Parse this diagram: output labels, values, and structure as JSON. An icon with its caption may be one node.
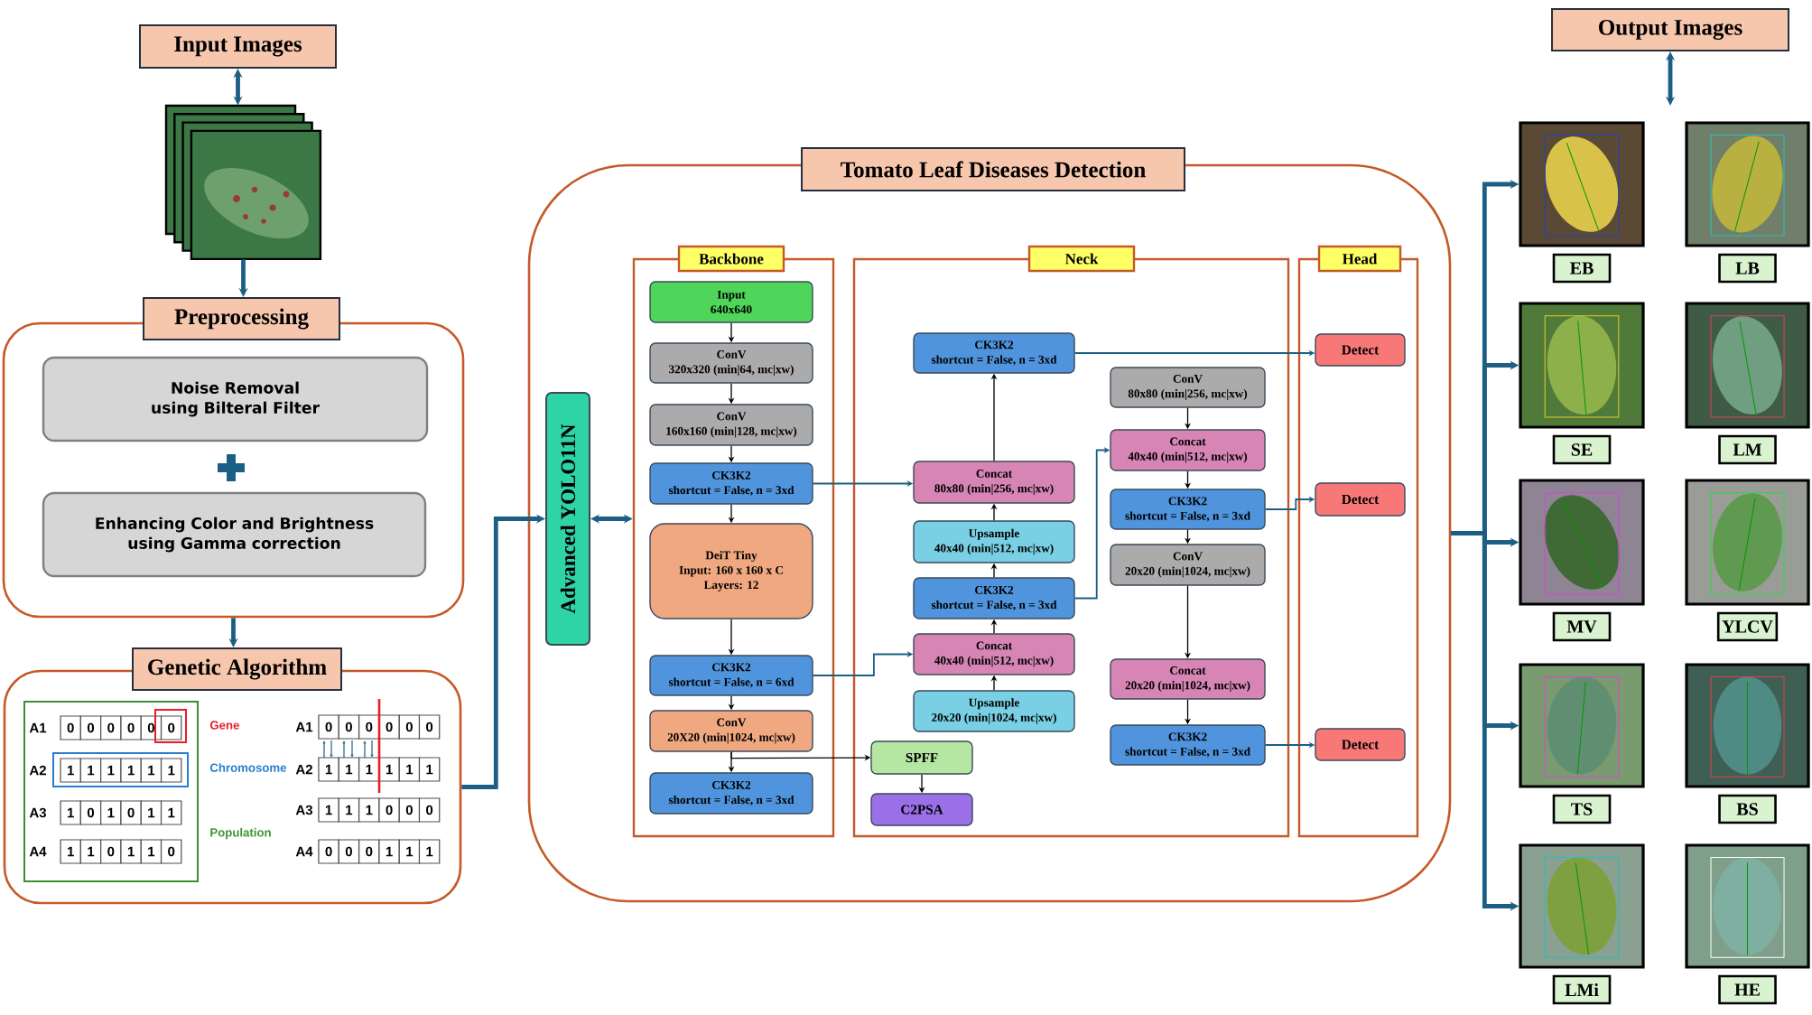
{
  "diagram": {
    "nodes": [
      {
        "text": [
          "Input Images"
        ]
      },
      {
        "text": [],
        "shape": "picture"
      },
      {
        "text": [
          "Preprocessing"
        ]
      },
      {
        "text": [
          "Noise Removal using Bilteral Filter"
        ],
        "in": 47
      },
      {
        "text": [
          "Enhancing Color and Brightness using Gamma correction"
        ],
        "in": 47
      },
      {
        "text": [
          "Genetic Algorithm"
        ]
      },
      {
        "text": [
          "Tomato Leaf Diseases Detection"
        ]
      },
      {
        "text": [
          "Advanced YOLO11N"
        ],
        "in": 6
      },
      {
        "text": [
          "Backbone"
        ],
        "in": 6
      },
      {
        "text": [
          "Neck"
        ],
        "in": 6
      },
      {
        "text": [
          "Head"
        ],
        "in": 6
      },
      {
        "text": [
          "Input",
          "640x640"
        ],
        "in": 8
      },
      {
        "text": [
          "ConV",
          "320x320 (min|64, mc|xw)"
        ],
        "in": 8
      },
      {
        "text": [
          "ConV",
          "160x160 (min|128, mc|xw)"
        ],
        "in": 8
      },
      {
        "text": [
          "CK3K2",
          "shortcut = False, n = 3xd"
        ],
        "in": 8
      },
      {
        "text": [
          "DeiT Tiny",
          "Input: 160 x 160 x C",
          "Layers: 12"
        ],
        "in": 8
      },
      {
        "text": [
          "CK3K2",
          "shortcut = False, n = 6xd"
        ],
        "in": 8
      },
      {
        "text": [
          "ConV",
          "20X20 (min|1024, mc|xw)"
        ],
        "in": 8
      },
      {
        "text": [
          "CK3K2",
          "shortcut = False, n = 3xd"
        ],
        "in": 8
      },
      {
        "text": [
          "CK3K2",
          "shortcut = False, n = 3xd"
        ],
        "in": 9
      },
      {
        "text": [
          "Concat",
          "80x80 (min|256, mc|xw)"
        ],
        "in": 9
      },
      {
        "text": [
          "Upsample",
          "40x40 (min|512, mc|xw)"
        ],
        "in": 9
      },
      {
        "text": [
          "CK3K2",
          "shortcut = False, n = 3xd"
        ],
        "in": 9
      },
      {
        "text": [
          "Concat",
          "40x40 (min|512, mc|xw)"
        ],
        "in": 9
      },
      {
        "text": [
          "Upsample",
          "20x20 (min|1024, mc|xw)"
        ],
        "in": 9
      },
      {
        "text": [
          "SPFF"
        ],
        "in": 9
      },
      {
        "text": [
          "C2PSA"
        ],
        "in": 9
      },
      {
        "text": [
          "ConV",
          "80x80 (min|256, mc|xw)"
        ],
        "in": 9
      },
      {
        "text": [
          "Concat",
          "40x40 (min|512, mc|xw)"
        ],
        "in": 9
      },
      {
        "text": [
          "CK3K2",
          "shortcut = False, n = 3xd"
        ],
        "in": 9
      },
      {
        "text": [
          "ConV",
          "20x20 (min|1024, mc|xw)"
        ],
        "in": 9
      },
      {
        "text": [
          "Concat",
          "20x20 (min|1024, mc|xw)"
        ],
        "in": 9
      },
      {
        "text": [
          "CK3K2",
          "shortcut = False, n = 3xd"
        ],
        "in": 9
      },
      {
        "text": [
          "Detect"
        ],
        "in": 10
      },
      {
        "text": [
          "Detect"
        ],
        "in": 10
      },
      {
        "text": [
          "Detect"
        ],
        "in": 10
      },
      {
        "text": [
          "Output Images"
        ]
      },
      {
        "text": [],
        "shape": "picture",
        "beside": [
          "EB"
        ]
      },
      {
        "text": [],
        "shape": "picture",
        "beside": [
          "LB"
        ]
      },
      {
        "text": [],
        "shape": "picture",
        "beside": [
          "SE"
        ]
      },
      {
        "text": [],
        "shape": "picture",
        "beside": [
          "LM"
        ]
      },
      {
        "text": [],
        "shape": "picture",
        "beside": [
          "MV"
        ]
      },
      {
        "text": [],
        "shape": "picture",
        "beside": [
          "YLCV"
        ]
      },
      {
        "text": [],
        "shape": "picture",
        "beside": [
          "TS"
        ]
      },
      {
        "text": [],
        "shape": "picture",
        "beside": [
          "BS"
        ]
      },
      {
        "text": [],
        "shape": "picture",
        "beside": [
          "LMi"
        ]
      },
      {
        "text": [],
        "shape": "picture",
        "beside": [
          "HE"
        ]
      },
      {
        "text": [],
        "shape": "box"
      }
    ],
    "edges": [
      {
        "from": 0,
        "to": 1,
        "arrow": "both",
        "style": "thick",
        "color": "#1c5f85"
      },
      {
        "from": 1,
        "to": 2,
        "arrow": "to",
        "style": "thick",
        "color": "#1c5f85"
      },
      {
        "from": 47,
        "to": 5,
        "arrow": "to",
        "style": "thick",
        "color": "#1c5f85"
      },
      {
        "from": 5,
        "to": 7,
        "arrow": "to",
        "style": "thick",
        "color": "#1c5f85"
      },
      {
        "from": 7,
        "to": 8,
        "arrow": "both",
        "style": "thick",
        "color": "#1c5f85"
      },
      {
        "from": 11,
        "to": 12,
        "arrow": "to"
      },
      {
        "from": 12,
        "to": 13,
        "arrow": "to"
      },
      {
        "from": 13,
        "to": 14,
        "arrow": "to"
      },
      {
        "from": 14,
        "to": 15,
        "arrow": "to"
      },
      {
        "from": 15,
        "to": 16,
        "arrow": "to"
      },
      {
        "from": 16,
        "to": 17,
        "arrow": "to"
      },
      {
        "from": 17,
        "to": 18,
        "arrow": "to"
      },
      {
        "from": 17,
        "to": 25,
        "arrow": "to"
      },
      {
        "from": 25,
        "to": 26,
        "arrow": "to"
      },
      {
        "from": 14,
        "to": 20,
        "arrow": "to",
        "color": "#1c5f85"
      },
      {
        "from": 16,
        "to": 23,
        "arrow": "to",
        "color": "#1c5f85"
      },
      {
        "from": 24,
        "to": 23,
        "arrow": "to"
      },
      {
        "from": 23,
        "to": 22,
        "arrow": "to"
      },
      {
        "from": 22,
        "to": 21,
        "arrow": "to"
      },
      {
        "from": 21,
        "to": 20,
        "arrow": "to"
      },
      {
        "from": 20,
        "to": 19,
        "arrow": "to"
      },
      {
        "from": 22,
        "to": 28,
        "arrow": "to",
        "color": "#1c5f85"
      },
      {
        "from": 27,
        "to": 28,
        "arrow": "to"
      },
      {
        "from": 28,
        "to": 29,
        "arrow": "to"
      },
      {
        "from": 29,
        "to": 30,
        "arrow": "to"
      },
      {
        "from": 30,
        "to": 31,
        "arrow": "to"
      },
      {
        "from": 31,
        "to": 32,
        "arrow": "to"
      },
      {
        "from": 19,
        "to": 33,
        "arrow": "to",
        "color": "#1c5f85"
      },
      {
        "from": 29,
        "to": 34,
        "arrow": "to",
        "color": "#1c5f85"
      },
      {
        "from": 32,
        "to": 35,
        "arrow": "to",
        "color": "#1c5f85"
      },
      {
        "from": 6,
        "to": 37,
        "arrow": "to",
        "style": "thick",
        "color": "#1c5f85"
      },
      {
        "from": 6,
        "to": 39,
        "arrow": "to",
        "style": "thick",
        "color": "#1c5f85"
      },
      {
        "from": 6,
        "to": 41,
        "arrow": "to",
        "style": "thick",
        "color": "#1c5f85"
      },
      {
        "from": 6,
        "to": 43,
        "arrow": "to",
        "style": "thick",
        "color": "#1c5f85"
      },
      {
        "from": 6,
        "to": 45,
        "arrow": "to",
        "style": "thick",
        "color": "#1c5f85"
      },
      {
        "from": 36,
        "to": null,
        "arrow": "both",
        "style": "thick",
        "color": "#1c5f85"
      }
    ],
    "labels": [
      "A1",
      "0",
      "0",
      "0",
      "0",
      "0",
      "0",
      "Gene",
      "A1",
      "0",
      "0",
      "0",
      "0",
      "0",
      "0",
      "A2",
      "1",
      "1",
      "1",
      "1",
      "1",
      "1",
      "Chromosome",
      "A2",
      "1",
      "1",
      "1",
      "1",
      "1",
      "1",
      "A3",
      "1",
      "0",
      "1",
      "0",
      "1",
      "1",
      "A3",
      "1",
      "1",
      "1",
      "0",
      "0",
      "0",
      "Population",
      "A4",
      "1",
      "1",
      "0",
      "1",
      "1",
      "0",
      "A4",
      "0",
      "0",
      "0",
      "1",
      "1",
      "1"
    ]
  }
}
